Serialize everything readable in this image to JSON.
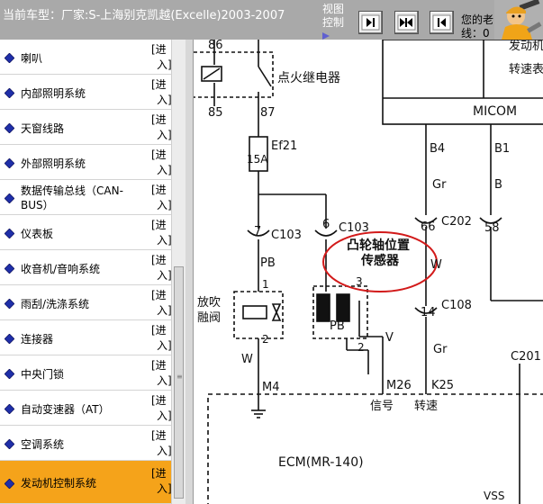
{
  "header": {
    "title": "当前车型：厂家:S-上海别克凯越(Excelle)2003-2007",
    "view_control_line1": "视图",
    "view_control_line2": "控制",
    "tip_line1": "您的老",
    "tip_line2": "线：0"
  },
  "sidebar": {
    "enter_line1": "[进",
    "enter_line2": "入]",
    "items": [
      {
        "label": "喇叭"
      },
      {
        "label": "内部照明系统"
      },
      {
        "label": "天窗线路"
      },
      {
        "label": "外部照明系统"
      },
      {
        "label": "数据传输总线（CAN-BUS）"
      },
      {
        "label": "仪表板"
      },
      {
        "label": "收音机/音响系统"
      },
      {
        "label": "雨刮/洗涤系统"
      },
      {
        "label": "连接器"
      },
      {
        "label": "中央门锁"
      },
      {
        "label": "自动变速器（AT）"
      },
      {
        "label": "空调系统"
      },
      {
        "label": "发动机控制系统"
      }
    ]
  },
  "diagram": {
    "labels": {
      "t86": "86",
      "t85": "85",
      "t87": "87",
      "relay": "点火继电器",
      "fuse": "Ef21",
      "fuse_amp": "15A",
      "c7": "7",
      "c103a": "C103",
      "c6": "6",
      "c103b": "C103",
      "pb1": "PB",
      "pb2": "PB",
      "pin1": "1",
      "pin2": "2",
      "pin3": "3",
      "pin2b": "2",
      "valve1": "放吹",
      "valve2": "融阀",
      "w1": "W",
      "v": "V",
      "w2": "W",
      "cam1": "凸轮轴位置",
      "cam2": "传感器",
      "micom": "MICOM",
      "b4": "B4",
      "b1": "B1",
      "gr1": "Gr",
      "b": "B",
      "c66": "66",
      "c202": "C202",
      "c58": "58",
      "c14": "14",
      "c108": "C108",
      "gr2": "Gr",
      "c201": "C201",
      "m4": "M4",
      "m26": "M26",
      "k25": "K25",
      "signal": "信号",
      "speed": "转速",
      "ecm": "ECM(MR-140)",
      "vss": "VSS",
      "top1": "发动机",
      "top2": "转速表"
    }
  },
  "colors": {
    "title_bar": "#a9a9a9",
    "active_item": "#f5a31a",
    "diamond_blue": "#1f2fa8",
    "annotation_red": "#d21a1a"
  },
  "icons": {
    "toolbar": [
      "arrow-right-bar-icon",
      "arrows-inward-icon",
      "arrow-left-bar-icon"
    ],
    "list": "blue-diamond-icon",
    "mascot": "mechanic-mascot-icon"
  }
}
